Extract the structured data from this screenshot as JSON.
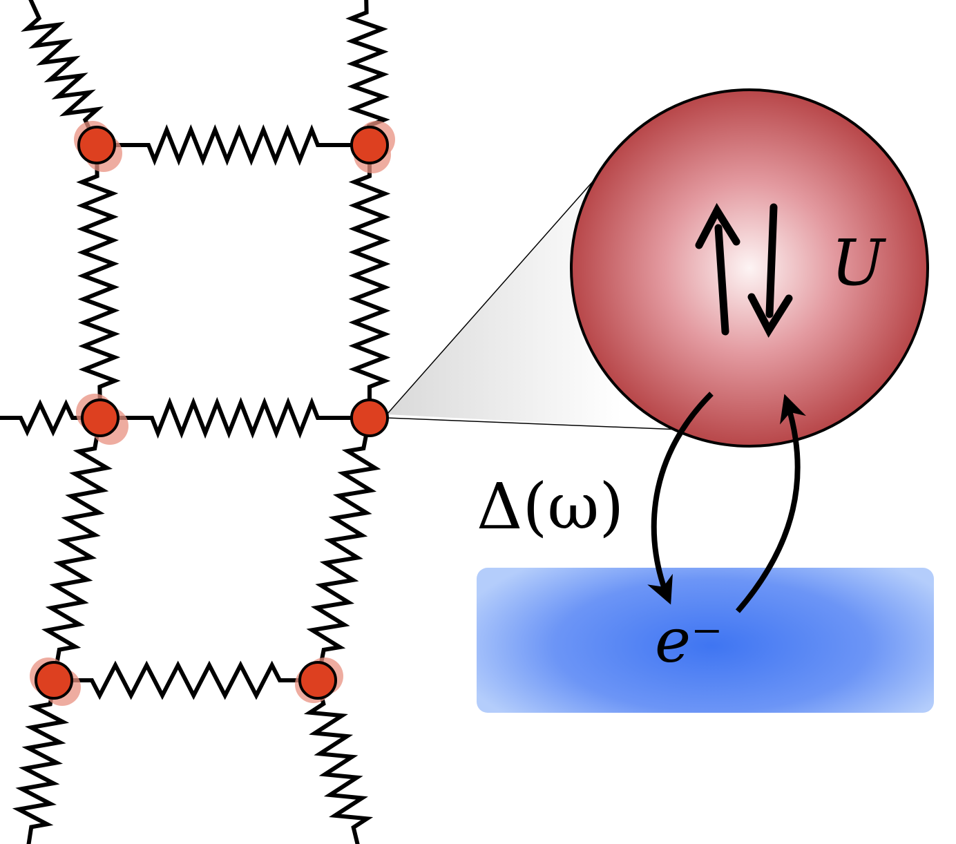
{
  "labels": {
    "interaction": "U",
    "hybridization": "Δ(ω)",
    "electron": "e⁻"
  },
  "colors": {
    "site": "#dd4020",
    "site_halo": "#e89080",
    "atom_center": "#fdf2f2",
    "atom_edge": "#b23c3e",
    "bath_center": "#3f75f2",
    "bath_edge": "#aec8fb",
    "line": "#000000"
  },
  "icons": {
    "spin_up": "up-arrow-icon",
    "spin_down": "down-arrow-icon"
  }
}
